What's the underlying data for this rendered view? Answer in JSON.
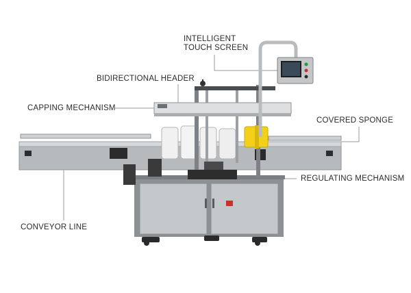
{
  "callouts": {
    "touch_screen_line1": "INTELLIGENT",
    "touch_screen_line2": "TOUCH SCREEN",
    "bidirectional_header": "BIDIRECTIONAL HEADER",
    "capping_mechanism": "CAPPING MECHANISM",
    "covered_sponge": "COVERED SPONGE",
    "regulating_mechanism": "REGULATING MECHANISM",
    "conveyor_line": "CONVEYOR LINE"
  },
  "colors": {
    "steel": "#b9bcbf",
    "steel_dark": "#6f7377",
    "label_roll": "#f3d11a",
    "leader_line": "#9a9a9a",
    "text": "#2b2b2b"
  }
}
